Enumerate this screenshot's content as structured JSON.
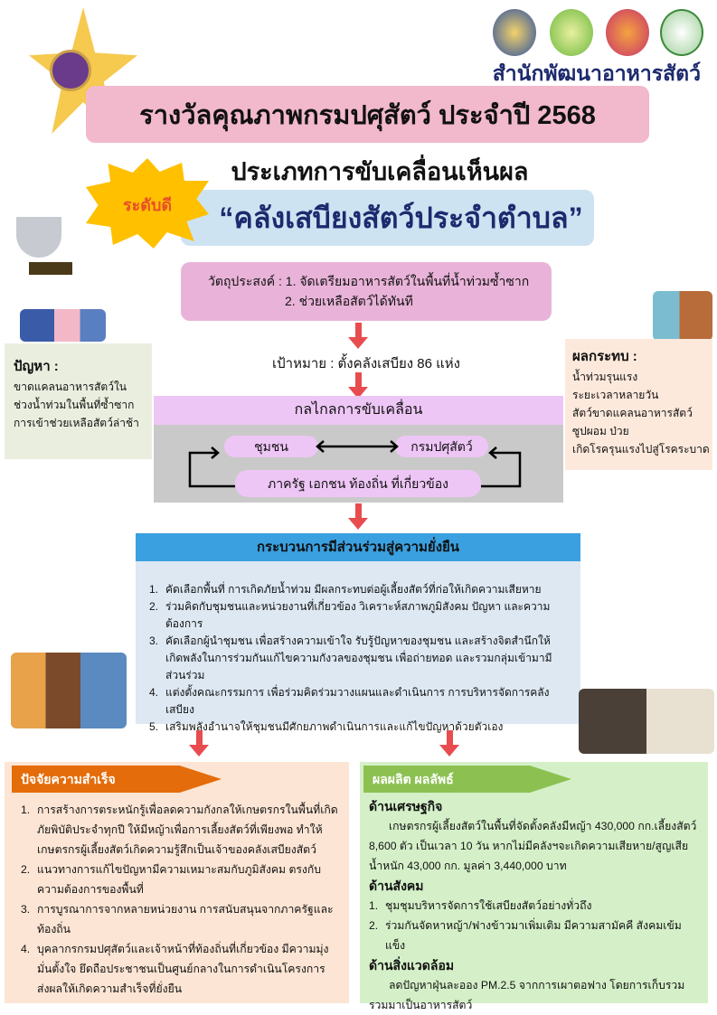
{
  "header": {
    "agency": "สำนักพัฒนาอาหารสัตว์",
    "title": "รางวัลคุณภาพกรมปศุสัตว์ ประจำปี 2568",
    "category": "ประเภทการขับเคลื่อนเห็นผล",
    "level": "ระดับดี",
    "project_name": "“คลังเสบียงสัตว์ประจำตำบล”"
  },
  "objective": {
    "label": "วัตถุประสงค์ : ",
    "item1": "1. จัดเตรียมอาหารสัตว์ในพื้นที่น้ำท่วมซ้ำซาก",
    "item2": "2. ช่วยเหลือสัตว์ได้ทันที"
  },
  "target": "เป้าหมาย : ตั้งคลังเสบียง 86 แห่ง",
  "problem": {
    "title": "ปัญหา :",
    "lines": [
      "ขาดแคลนอาหารสัตว์ใน",
      "ช่วงน้ำท่วมในพื้นที่ซ้ำซาก",
      "การเข้าช่วยเหลือสัตว์ล่าช้า"
    ]
  },
  "impact": {
    "title": "ผลกระทบ :",
    "lines": [
      "น้ำท่วมรุนแรง",
      "ระยะเวลาหลายวัน",
      "สัตว์ขาดแคลนอาหารสัตว์",
      "ซูปผอม ป่วย",
      "เกิดโรครุนแรงไปสู่โรคระบาด"
    ]
  },
  "mechanism": {
    "title": "กลไกลการขับเคลื่อน",
    "community": "ชุมชน",
    "department": "กรมปศุสัตว์",
    "partners": "ภาครัฐ เอกชน ท้องถิ่น ที่เกี่ยวข้อง"
  },
  "process": {
    "title": "กระบวนการมีส่วนร่วมสู่ความยั่งยืน",
    "items": [
      {
        "n": "1.",
        "t": "คัดเลือกพื้นที่ การเกิดภัยน้ำท่วม มีผลกระทบต่อผู้เลี้ยงสัตว์ที่ก่อให้เกิดความเสียหาย"
      },
      {
        "n": "2.",
        "t": "ร่วมคิดกับชุมชนและหน่วยงานที่เกี่ยวข้อง วิเคราะห์สภาพภูมิสังคม ปัญหา และความต้องการ"
      },
      {
        "n": "3.",
        "t": "คัดเลือกผู้นำชุมชน เพื่อสร้างความเข้าใจ รับรู้ปัญหาของชุมชน และสร้างจิตสำนึกให้เกิดพลังในการร่วมกันแก้ไขความกังวลของชุมชน เพื่อถ่ายทอด และรวมกลุ่มเข้ามามีส่วนร่วม"
      },
      {
        "n": "4.",
        "t": "แต่งตั้งคณะกรรมการ เพื่อร่วมคิดร่วมวางแผนและดำเนินการ การบริหารจัดการคลังเสบียง"
      },
      {
        "n": "5.",
        "t": "เสริมพลังอำนาจให้ชุมชนมีศักยภาพดำเนินการและแก้ไขปัญหาด้วยตัวเอง"
      }
    ]
  },
  "success": {
    "title": "ปัจจัยความสำเร็จ",
    "items": [
      {
        "n": "1.",
        "t": "การสร้างการตระหนักรู้เพื่อลดความกังกลให้เกษตรกรในพื้นที่เกิดภัยพิบัติประจำทุกปี ให้มีหญ้าเพื่อการเลี้ยงสัตว์ที่เพียงพอ ทำให้เกษตรกรผู้เลี้ยงสัตว์เกิดความรู้สึกเป็นเจ้าของคลังเสบียงสัตว์"
      },
      {
        "n": "2.",
        "t": "แนวทางการแก้ไขปัญหามีความเหมาะสมกับภูมิสังคม ตรงกับความต้องการของพื้นที่"
      },
      {
        "n": "3.",
        "t": "การบูรณาการจากหลายหน่วยงาน การสนับสนุนจากภาครัฐและท้องถิ่น"
      },
      {
        "n": "4.",
        "t": "บุคลากรกรมปศุสัตว์และเจ้าหน้าที่ท้องถิ่นที่เกี่ยวข้อง มีความมุ่งมั่นตั้งใจ ยึดถือประชาชนเป็นศูนย์กลางในการดำเนินโครงการ ส่งผลให้เกิดความสำเร็จที่ยั่งยืน"
      }
    ]
  },
  "outputs": {
    "title": "ผลผลิต ผลลัพธ์",
    "economic_title": "ด้านเศรษฐกิจ",
    "economic_text": "เกษตรกรผู้เลี้ยงสัตว์ในพื้นที่จัดตั้งคลังมีหญ้า 430,000 กก.เลี้ยงสัตว์ 8,600 ตัว เป็นเวลา 10 วัน หากไม่มีคลังฯจะเกิดความเสียหาย/สูญเสียน้ำหนัก 43,000 กก. มูลค่า 3,440,000 บาท",
    "social_title": "ด้านสังคม",
    "social_items": [
      {
        "n": "1.",
        "t": "ชุมชุมบริหารจัดการใช้เสบียงสัตว์อย่างทั่วถึง"
      },
      {
        "n": "2.",
        "t": "ร่วมกันจัดหาหญ้า/ฟางข้าวมาเพิ่มเติม มีความสามัคคี สังคมเข้มแข็ง"
      }
    ],
    "env_title": "ด้านสิ่งแวดล้อม",
    "env_text": "ลดปัญหาฝุ่นละออง PM.2.5 จากการเผาตอฟาง โดยการเก็บรวมรวมมาเป็นอาหารสัตว์"
  },
  "colors": {
    "arrow": "#e84c4f",
    "title_bg": "#f2b8cc",
    "name_bg": "#cde3f2",
    "process_header": "#3aa0e0",
    "success_header": "#e46c0a",
    "output_header": "#8cc152"
  }
}
